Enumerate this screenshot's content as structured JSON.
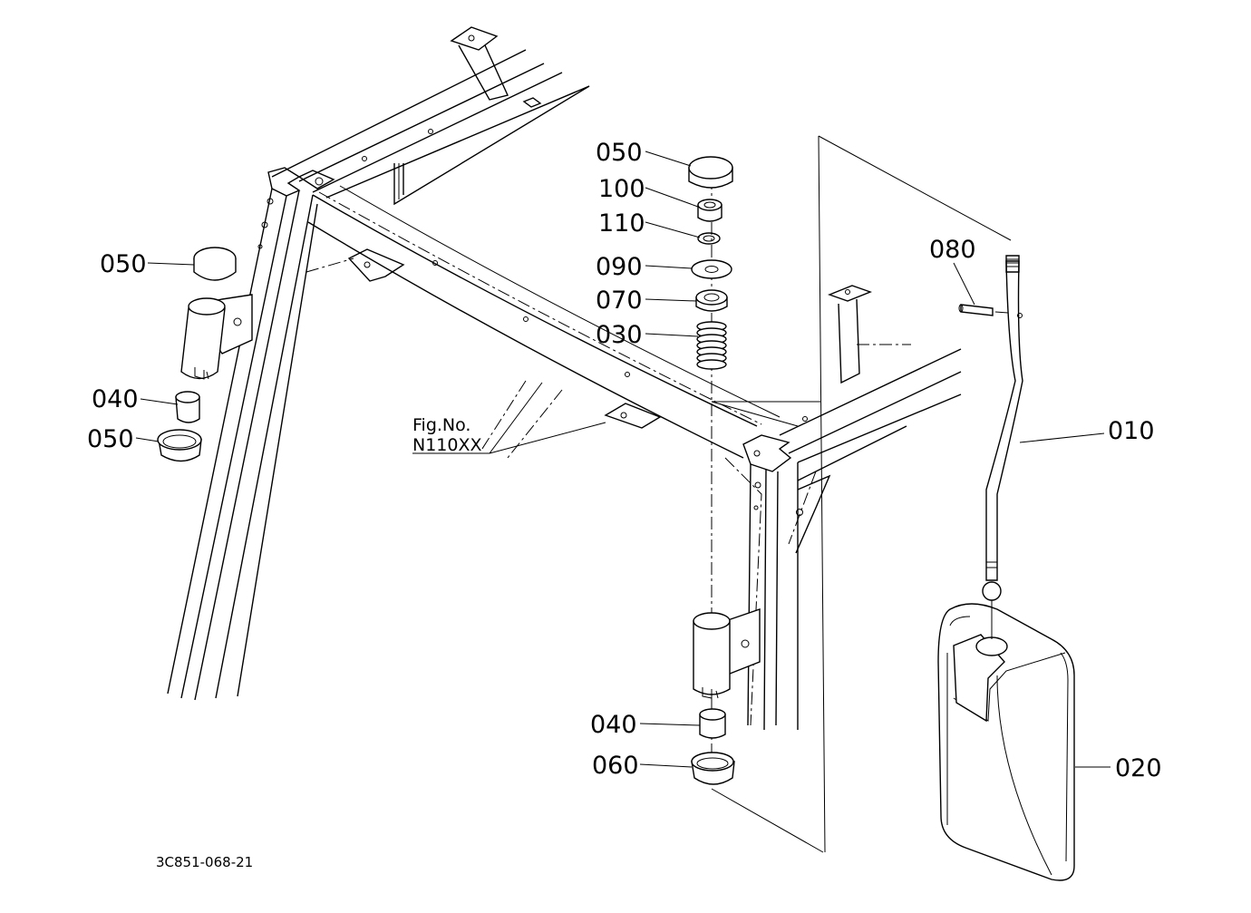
{
  "figure": {
    "drawing_number": "3C851-068-21",
    "fig_ref": {
      "line1": "Fig.No.",
      "line2": "N110XX"
    },
    "callouts": {
      "c050_left_cap": "050",
      "c040_left": "040",
      "c050_left_ring": "050",
      "c050_top": "050",
      "c100": "100",
      "c110": "110",
      "c090": "090",
      "c070": "070",
      "c030": "030",
      "c040_right": "040",
      "c060": "060",
      "c080": "080",
      "c010": "010",
      "c020": "020"
    }
  }
}
